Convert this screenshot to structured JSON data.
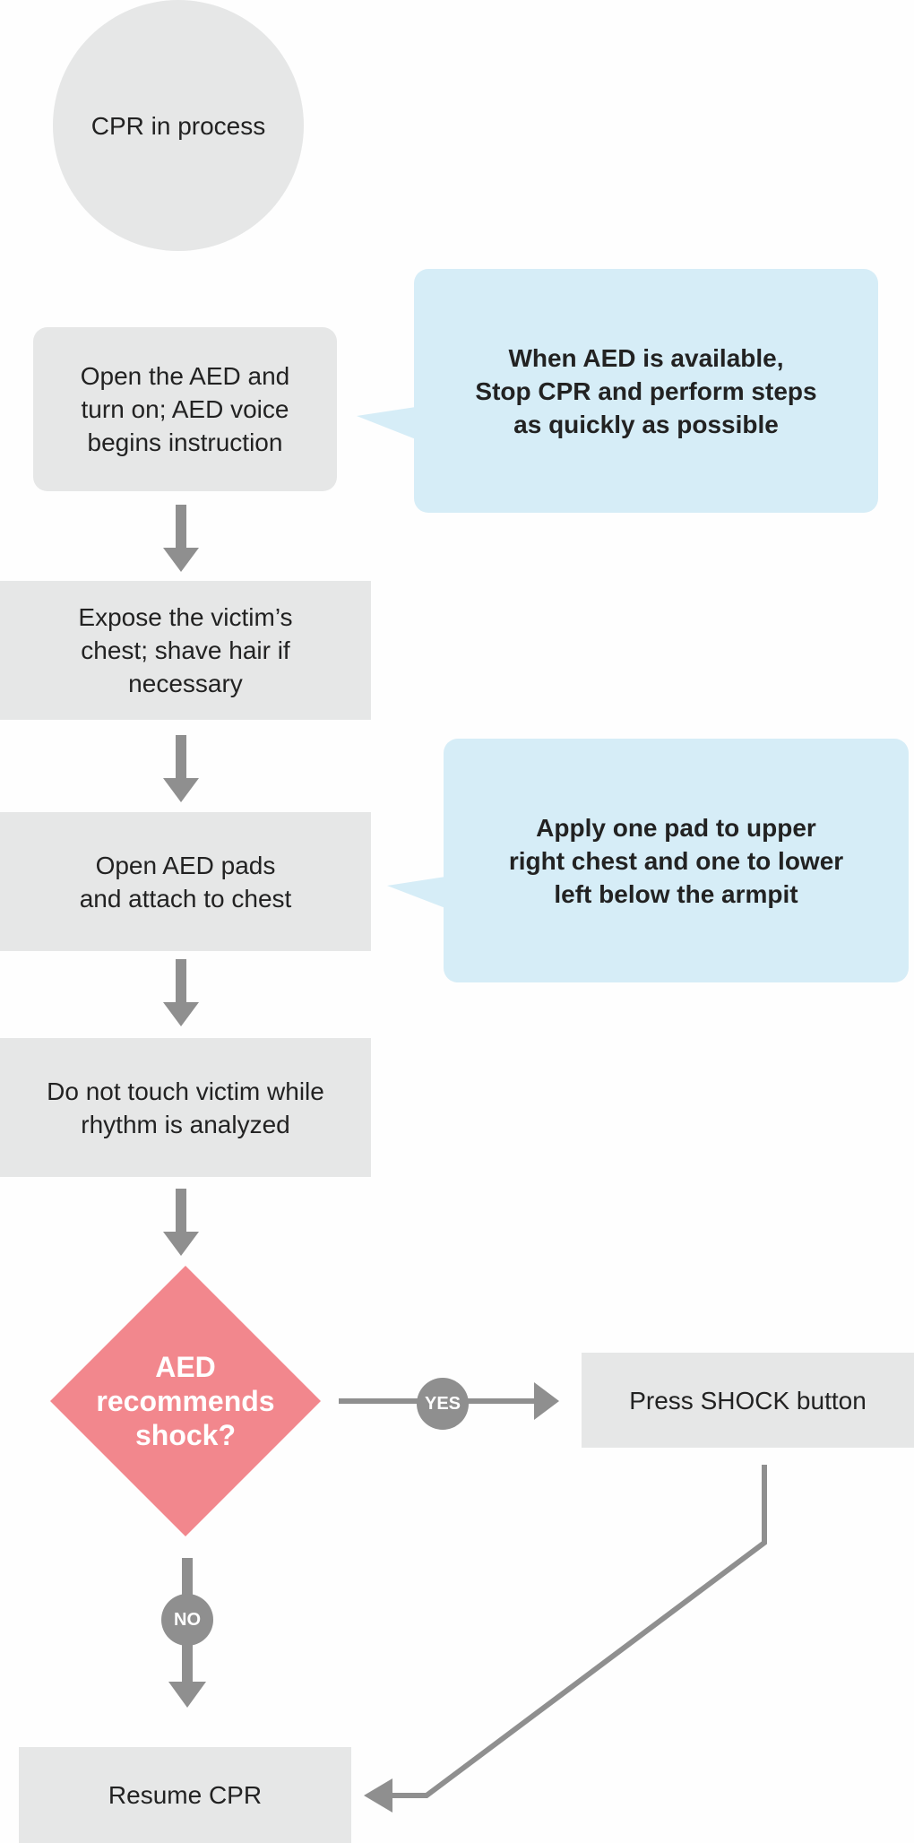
{
  "flowchart": {
    "start": {
      "label": "CPR in process"
    },
    "steps": [
      {
        "label": "Open the AED and\nturn on; AED voice\nbegins instruction"
      },
      {
        "label": "Expose the victim’s\nchest; shave hair if\nnecessary"
      },
      {
        "label": "Open AED pads\nand attach to chest"
      },
      {
        "label": "Do not touch victim while\nrhythm is analyzed"
      }
    ],
    "callouts": [
      {
        "label": "When AED is available,\nStop CPR and perform steps\nas quickly as possible"
      },
      {
        "label": "Apply one pad to upper\nright chest and one to lower\nleft below the armpit"
      }
    ],
    "decision": {
      "label": "AED\nrecommends\nshock?"
    },
    "yes_label": "YES",
    "no_label": "NO",
    "yes_action": {
      "label": "Press SHOCK button"
    },
    "end": {
      "label": "Resume CPR"
    }
  },
  "colors": {
    "node_fill": "#e6e7e7",
    "callout_fill": "#d6edf7",
    "decision_fill": "#f2878d",
    "connector": "#8f8f8f"
  }
}
